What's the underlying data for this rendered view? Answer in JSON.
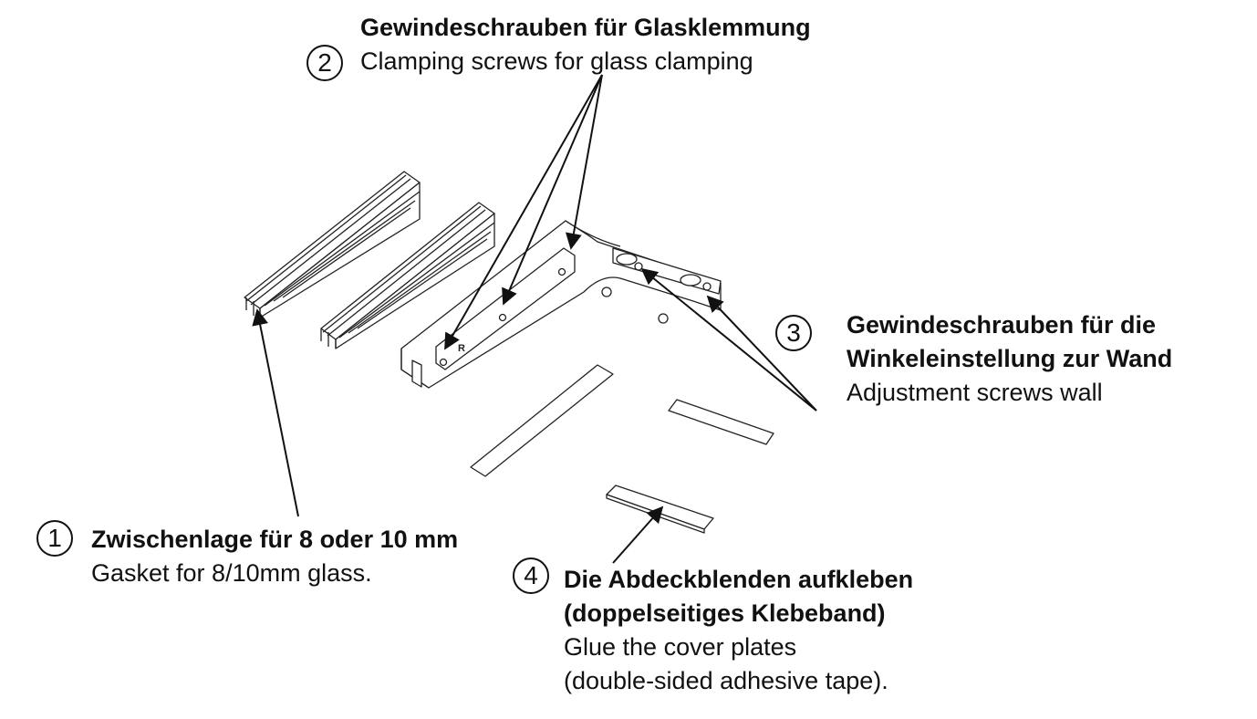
{
  "callouts": [
    {
      "number": "1",
      "german": "Zwischenlage für 8 oder 10 mm",
      "english": "Gasket for 8/10mm glass."
    },
    {
      "number": "2",
      "german": "Gewindeschrauben für Glasklemmung",
      "english": "Clamping screws for glass clamping"
    },
    {
      "number": "3",
      "german": [
        "Gewindeschrauben für die",
        "Winkeleinstellung zur Wand"
      ],
      "english": "Adjustment screws wall"
    },
    {
      "number": "4",
      "german": [
        "Die Abdeckblenden aufkleben",
        "(doppelseitiges Klebeband)"
      ],
      "english": [
        "Glue the cover plates",
        "(double-sided adhesive tape)."
      ]
    }
  ],
  "bracket_marking": "R"
}
